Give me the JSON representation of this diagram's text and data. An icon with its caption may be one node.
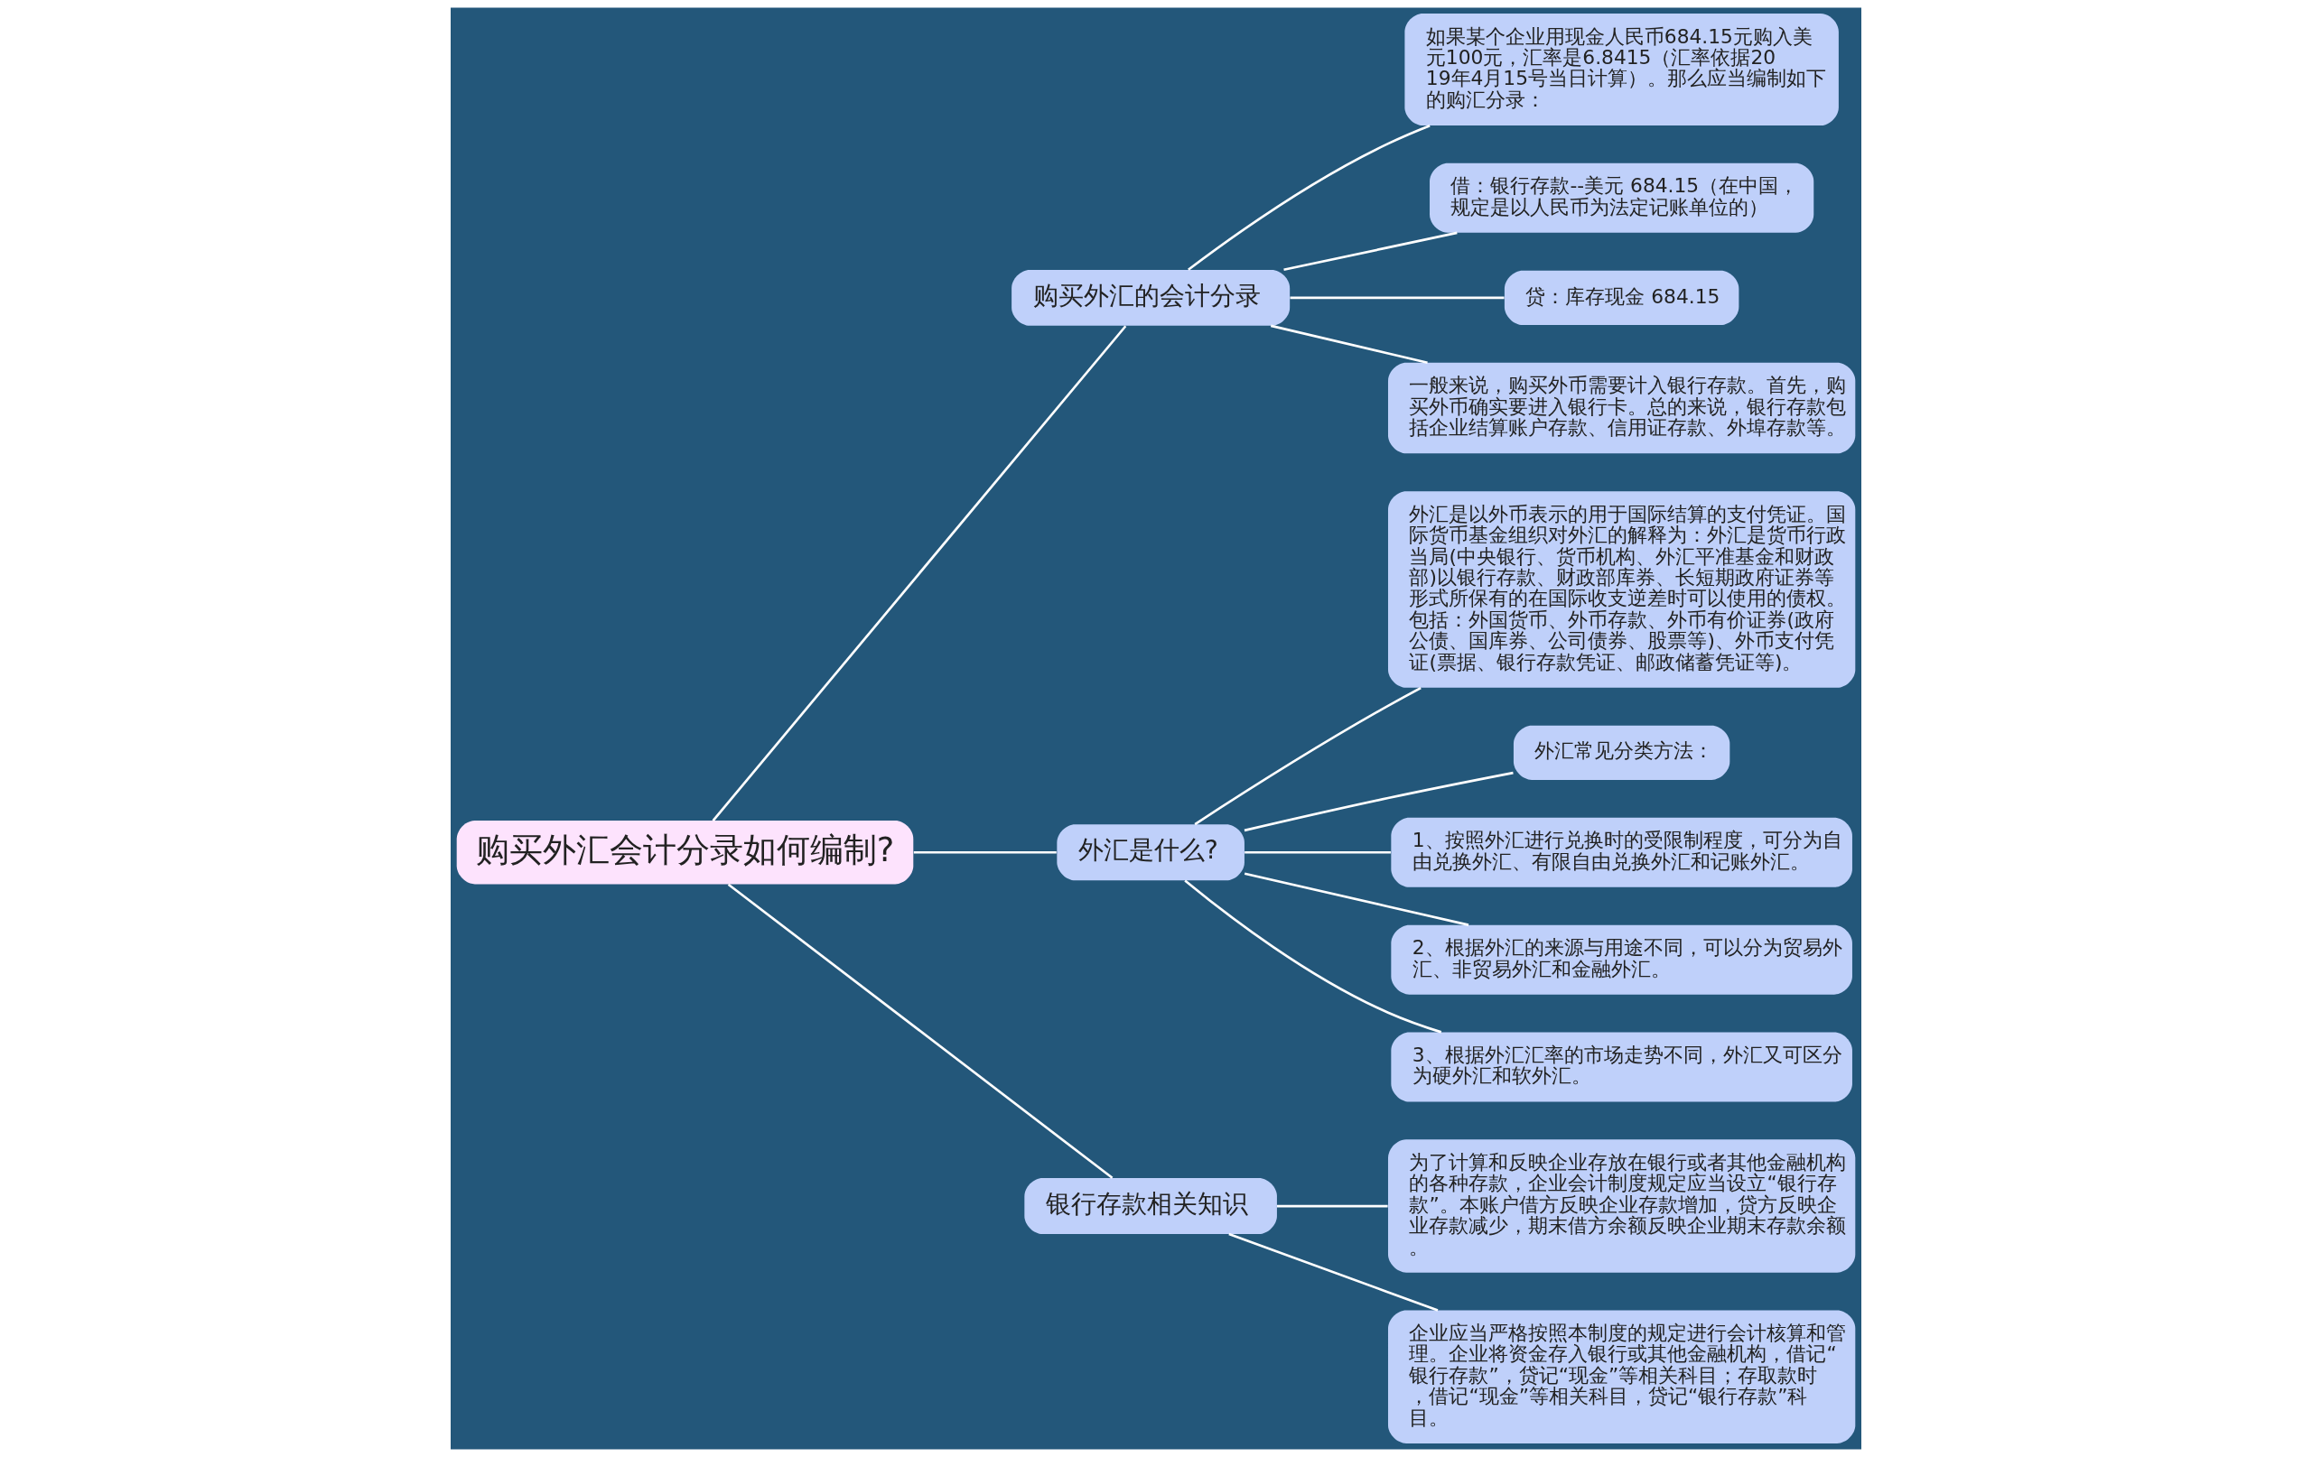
{
  "diagram": {
    "nodes": [
      {
        "text": [
          "购买外汇会计分录如何编制?"
        ]
      },
      {
        "text": [
          "购买外汇的会计分录"
        ]
      },
      {
        "text": [
          "如果某个企业用现金人民币684.15元购入美元100元，汇率是6.8415（汇率依据2019年4月15号当日计算）。那么应当编制如下的购汇分录："
        ]
      },
      {
        "text": [
          "借：银行存款--美元 684.15（在中国，规定是以人民币为法定记账单位的）"
        ]
      },
      {
        "text": [
          "贷：库存现金 684.15"
        ]
      },
      {
        "text": [
          "一般来说，购买外币需要计入银行存款。首先，购买外币确实要进入银行卡。总的来说，银行存款包括企业结算账户存款、信用证存款、外埠存款等。"
        ]
      },
      {
        "text": [
          "外汇是什么?"
        ]
      },
      {
        "text": [
          "外汇是以外币表示的用于国际结算的支付凭证。国际货币基金组织对外汇的解释为：外汇是货币行政当局(中央银行、货币机构、外汇平准基金和财政部)以银行存款、财政部库券、长短期政府证券等形式所保有的在国际收支逆差时可以使用的债权。包括：外国货币、外币存款、外币有价证券(政府公债、国库券、公司债券、股票等)、外币支付凭证(票据、银行存款凭证、邮政储蓄凭证等)。"
        ]
      },
      {
        "text": [
          "外汇常见分类方法："
        ]
      },
      {
        "text": [
          "1、按照外汇进行兑换时的受限制程度，可分为自由兑换外汇、有限自由兑换外汇和记账外汇。"
        ]
      },
      {
        "text": [
          "2、根据外汇的来源与用途不同，可以分为贸易外汇、非贸易外汇和金融外汇。"
        ]
      },
      {
        "text": [
          "3、根据外汇汇率的市场走势不同，外汇又可区分为硬外汇和软外汇。"
        ]
      },
      {
        "text": [
          "银行存款相关知识"
        ]
      },
      {
        "text": [
          "为了计算和反映企业存放在银行或者其他金融机构的各种存款，企业会计制度规定应当设立“银行存款”。本账户借方反映企业存款增加，贷方反映企业存款减少，期末借方余额反映企业期末存款余额。"
        ]
      },
      {
        "text": [
          "企业应当严格按照本制度的规定进行会计核算和管理。企业将资金存入银行或其他金融机构，借记“银行存款”，贷记“现金”等相关科目；存取款时，借记“现金”等相关科目，贷记“银行存款”科目。"
        ]
      }
    ],
    "edges": [
      {
        "from": 0,
        "to": 1,
        "arrow": "none"
      },
      {
        "from": 1,
        "to": 2,
        "arrow": "none"
      },
      {
        "from": 1,
        "to": 3,
        "arrow": "none"
      },
      {
        "from": 1,
        "to": 4,
        "arrow": "none"
      },
      {
        "from": 1,
        "to": 5,
        "arrow": "none"
      },
      {
        "from": 0,
        "to": 6,
        "arrow": "none"
      },
      {
        "from": 6,
        "to": 7,
        "arrow": "none"
      },
      {
        "from": 6,
        "to": 8,
        "arrow": "none"
      },
      {
        "from": 6,
        "to": 9,
        "arrow": "none"
      },
      {
        "from": 6,
        "to": 10,
        "arrow": "none"
      },
      {
        "from": 6,
        "to": 11,
        "arrow": "none"
      },
      {
        "from": 0,
        "to": 12,
        "arrow": "none"
      },
      {
        "from": 12,
        "to": 13,
        "arrow": "none"
      },
      {
        "from": 12,
        "to": 14,
        "arrow": "none"
      }
    ]
  }
}
